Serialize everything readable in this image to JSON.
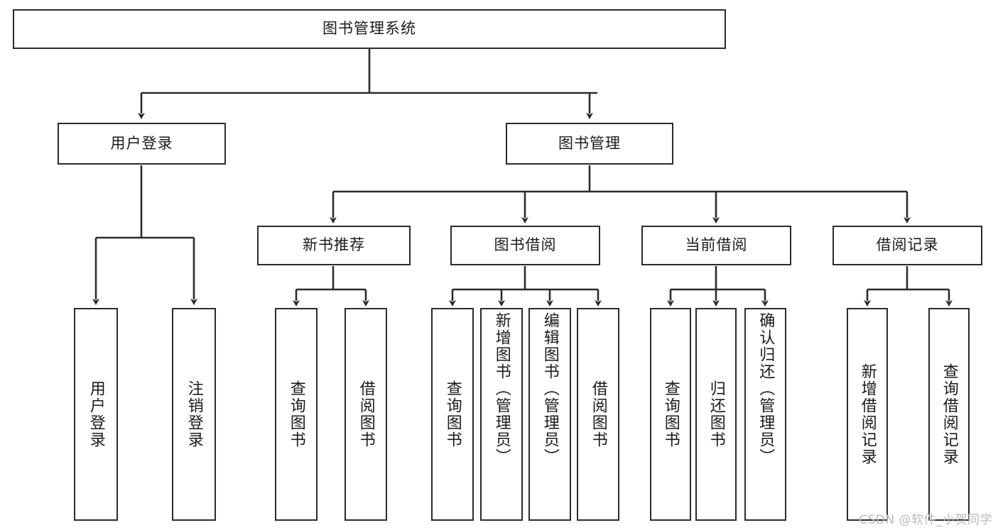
{
  "diagram": {
    "title": "图书管理系统",
    "type": "tree-hierarchy-chart",
    "watermark": "CSDN @软件_小贺同学",
    "colors": {
      "stroke": "#2b2b2b",
      "fill": "#ffffff",
      "text": "#1a1a1a",
      "watermark": "#b9b9b9"
    },
    "nodes": {
      "root": {
        "label": "图书管理系统"
      },
      "level2": [
        {
          "id": "user-login",
          "label": "用户登录"
        },
        {
          "id": "book-manage",
          "label": "图书管理"
        }
      ],
      "level3": [
        {
          "id": "new-book-recommend",
          "label": "新书推荐"
        },
        {
          "id": "book-borrow",
          "label": "图书借阅"
        },
        {
          "id": "current-borrow",
          "label": "当前借阅"
        },
        {
          "id": "borrow-record",
          "label": "借阅记录"
        }
      ],
      "leaves": {
        "user_login": [
          {
            "id": "leaf-user-login",
            "label": "用户登录"
          },
          {
            "id": "leaf-logout-login",
            "label": "注销登录"
          }
        ],
        "new_book_recommend": [
          {
            "id": "leaf-query-book-1",
            "label": "查询图书"
          },
          {
            "id": "leaf-borrow-book-1",
            "label": "借阅图书"
          }
        ],
        "book_borrow": [
          {
            "id": "leaf-query-book-2",
            "label": "查询图书"
          },
          {
            "id": "leaf-add-book",
            "label": "新增图书（管理员）"
          },
          {
            "id": "leaf-edit-book",
            "label": "编辑图书（管理员）"
          },
          {
            "id": "leaf-borrow-book-2",
            "label": "借阅图书"
          }
        ],
        "current_borrow": [
          {
            "id": "leaf-query-book-3",
            "label": "查询图书"
          },
          {
            "id": "leaf-return-book",
            "label": "归还图书"
          },
          {
            "id": "leaf-confirm-return",
            "label": "确认归还（管理员）"
          }
        ],
        "borrow_record": [
          {
            "id": "leaf-add-borrow-record",
            "label": "新增借阅记录"
          },
          {
            "id": "leaf-query-borrow-record",
            "label": "查询借阅记录"
          }
        ]
      }
    }
  }
}
